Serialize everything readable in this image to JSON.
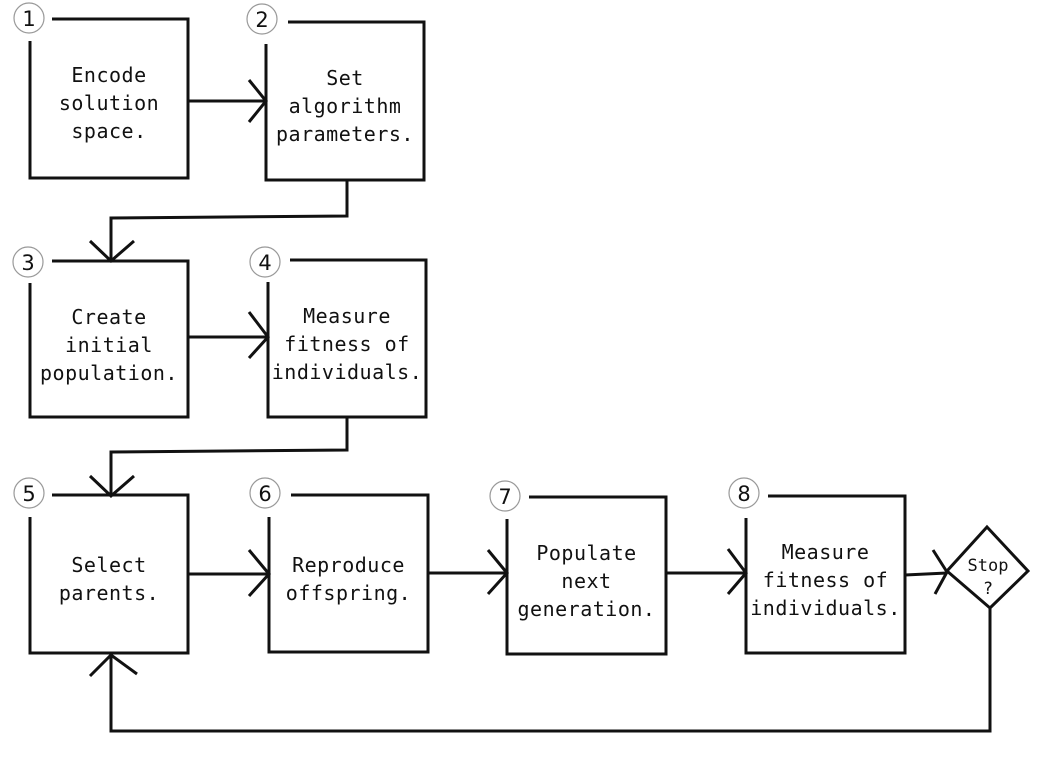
{
  "title": "Genetic algorithm flowchart",
  "steps": [
    {
      "number": "1",
      "lines": [
        "Encode",
        "solution",
        "space."
      ]
    },
    {
      "number": "2",
      "lines": [
        "Set",
        "algorithm",
        "parameters."
      ]
    },
    {
      "number": "3",
      "lines": [
        "Create",
        "initial",
        "population."
      ]
    },
    {
      "number": "4",
      "lines": [
        "Measure",
        "fitness of",
        "individuals."
      ]
    },
    {
      "number": "5",
      "lines": [
        "Select",
        "parents."
      ]
    },
    {
      "number": "6",
      "lines": [
        "Reproduce",
        "offspring."
      ]
    },
    {
      "number": "7",
      "lines": [
        "Populate",
        "next",
        "generation."
      ]
    },
    {
      "number": "8",
      "lines": [
        "Measure",
        "fitness of",
        "individuals."
      ]
    }
  ],
  "decision": {
    "lines": [
      "Stop",
      "?"
    ]
  },
  "colors": {
    "stroke": "#111111",
    "badge_border": "#999999",
    "background": "#ffffff"
  }
}
